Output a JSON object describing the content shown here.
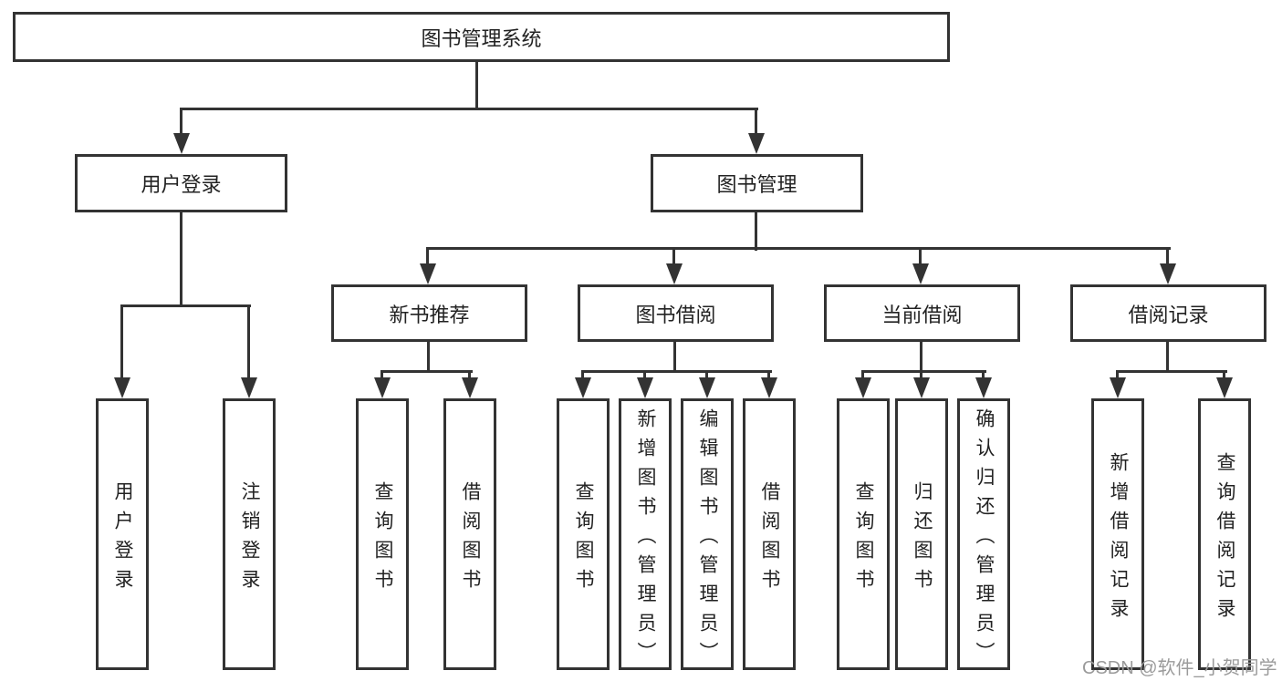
{
  "diagram_type": "hierarchy-tree",
  "tree": {
    "root": "图书管理系统",
    "branches": [
      {
        "label": "用户登录",
        "leaves": [
          "用户登录",
          "注销登录"
        ]
      },
      {
        "label": "图书管理",
        "sections": [
          {
            "label": "新书推荐",
            "leaves": [
              "查询图书",
              "借阅图书"
            ]
          },
          {
            "label": "图书借阅",
            "leaves": [
              "查询图书",
              "新增图书（管理员）",
              "编辑图书（管理员）",
              "借阅图书"
            ]
          },
          {
            "label": "当前借阅",
            "leaves": [
              "查询图书",
              "归还图书",
              "确认归还（管理员）"
            ]
          },
          {
            "label": "借阅记录",
            "leaves": [
              "新增借阅记录",
              "查询借阅记录"
            ]
          }
        ]
      }
    ]
  },
  "watermark": "CSDN @软件_小贺同学",
  "colors": {
    "line": "#333333",
    "text": "#222222",
    "background": "#ffffff",
    "watermark": "#9b9b9b"
  }
}
